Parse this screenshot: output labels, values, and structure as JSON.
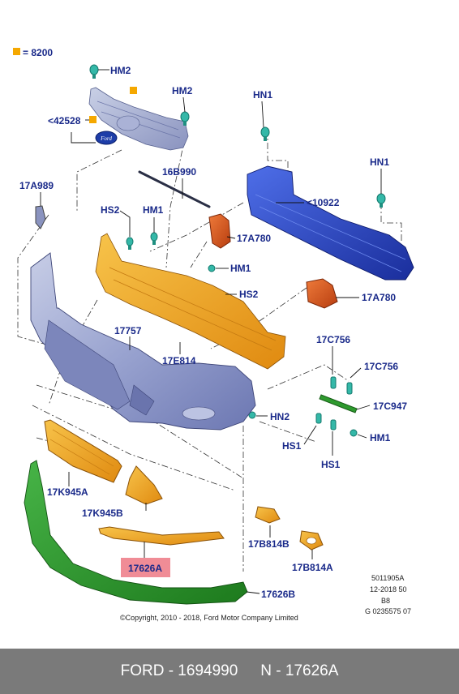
{
  "legend": {
    "value": "= 8200",
    "swatch_color": "#f5a800"
  },
  "labels": {
    "hm2_a": "HM2",
    "hm2_b": "HM2",
    "c42528": "<42528",
    "hn1_a": "HN1",
    "hn1_b": "HN1",
    "c16b990": "16B990",
    "c17a989": "17A989",
    "c10922": "<10922",
    "hs2_a": "HS2",
    "hm1_a": "HM1",
    "c17a780_a": "17A780",
    "hm1_b": "HM1",
    "hs2_b": "HS2",
    "c17a780_b": "17A780",
    "c17757": "17757",
    "c17e814": "17E814",
    "c17c756_a": "17C756",
    "c17c756_b": "17C756",
    "c17c947": "17C947",
    "hn2": "HN2",
    "hs1_a": "HS1",
    "hm1_c": "HM1",
    "hs1_b": "HS1",
    "c17k945a": "17K945A",
    "c17k945b": "17K945B",
    "c17b814b": "17B814B",
    "c17b814a": "17B814A",
    "c17626a": "17626A",
    "c17626b": "17626B"
  },
  "badge_text": "Ford",
  "info": {
    "line1": "5011905A",
    "line2": "12-2018 50",
    "line3": "B8",
    "line4": "G 0235575 07"
  },
  "copyright": "©Copyright, 2010 - 2018, Ford Motor Company Limited",
  "footer": {
    "left": "FORD - 1694990",
    "right": "N - 17626A"
  },
  "colors": {
    "label": "#1a2a8a",
    "highlight": "#f08c96",
    "orange": "#f0a020",
    "blue": "#2a45c8",
    "green": "#2e9a2e",
    "grey_blue": "#9aa4cc",
    "rust": "#d9521c",
    "teal": "#34b8a8",
    "footer_bg": "#7a7a7a"
  }
}
